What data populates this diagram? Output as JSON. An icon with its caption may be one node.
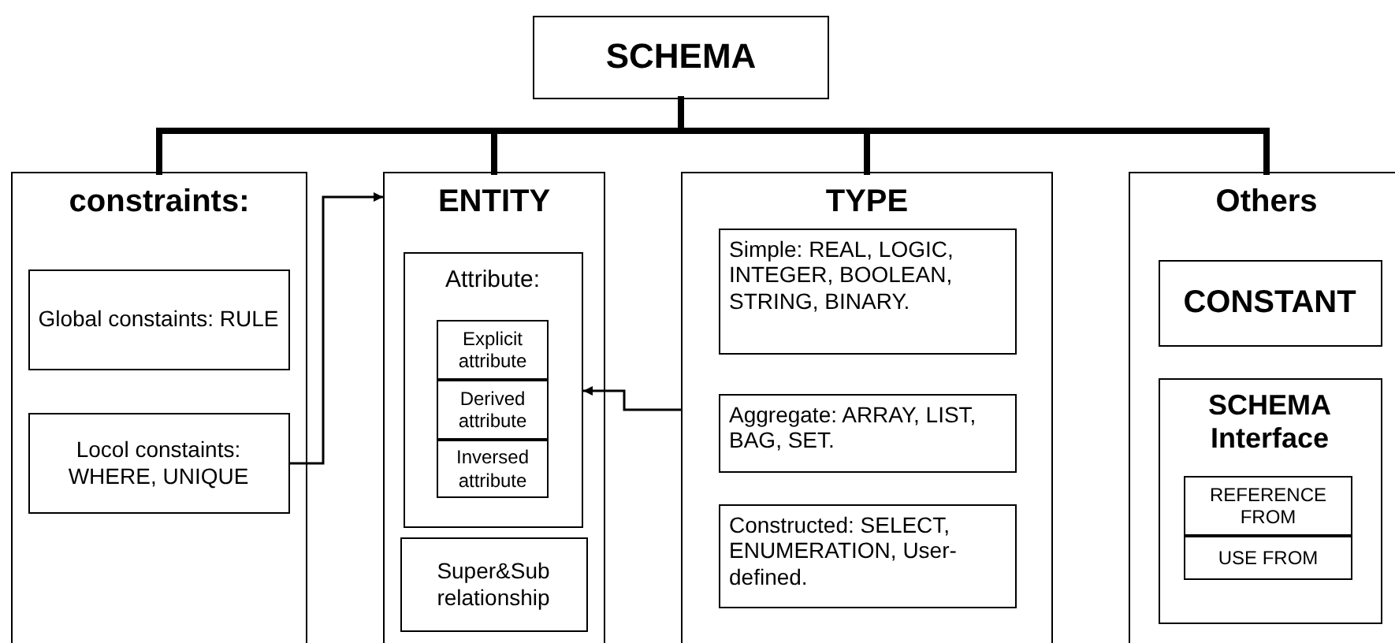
{
  "diagram": {
    "nodes": [
      {
        "text": [
          "SCHEMA"
        ]
      },
      {
        "text": [
          "constraints:"
        ]
      },
      {
        "text": [
          "Global constaints: RULE"
        ],
        "in": 1
      },
      {
        "text": [
          "Locol constaints: WHERE, UNIQUE"
        ],
        "in": 1
      },
      {
        "text": [
          "ENTITY"
        ]
      },
      {
        "text": [
          "Attribute:"
        ],
        "in": 4
      },
      {
        "text": [
          "Explicit attribute"
        ],
        "in": 5
      },
      {
        "text": [
          "Derived attribute"
        ],
        "in": 5
      },
      {
        "text": [
          "Inversed attribute"
        ],
        "in": 5
      },
      {
        "text": [
          "Super&Sub relationship"
        ],
        "in": 4
      },
      {
        "text": [
          "TYPE"
        ]
      },
      {
        "text": [
          "Simple: REAL, LOGIC, INTEGER, BOOLEAN, STRING, BINARY."
        ],
        "in": 10
      },
      {
        "text": [
          "Aggregate: ARRAY, LIST, BAG, SET."
        ],
        "in": 10
      },
      {
        "text": [
          "Constructed: SELECT, ENUMERATION, User-defined."
        ],
        "in": 10
      },
      {
        "text": [
          "Others"
        ]
      },
      {
        "text": [
          "CONSTANT"
        ],
        "in": 14
      },
      {
        "text": [
          "SCHEMA Interface"
        ],
        "in": 14
      },
      {
        "text": [
          "REFERENCE FROM"
        ],
        "in": 16
      },
      {
        "text": [
          "USE FROM"
        ],
        "in": 16
      }
    ],
    "edges": [
      {
        "from": 0,
        "to": 1,
        "arrow": "none"
      },
      {
        "from": 0,
        "to": 4,
        "arrow": "none"
      },
      {
        "from": 0,
        "to": 10,
        "arrow": "none"
      },
      {
        "from": 0,
        "to": 14,
        "arrow": "none"
      },
      {
        "from": 3,
        "to": 4,
        "arrow": "to"
      },
      {
        "from": 10,
        "to": 5,
        "arrow": "to"
      }
    ]
  }
}
